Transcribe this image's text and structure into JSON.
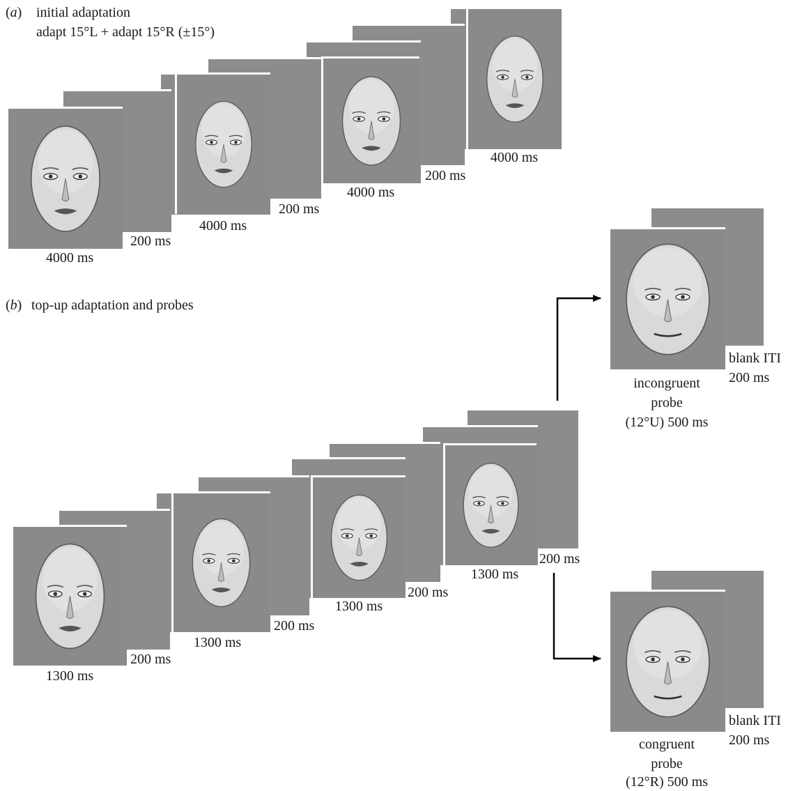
{
  "panel_a": {
    "label_prefix": "(",
    "label_letter": "a",
    "label_suffix": ")",
    "title": "initial adaptation",
    "subtitle": "adapt 15°L + adapt 15°R (±15°)",
    "durations": {
      "face1": "4000 ms",
      "blank1": "200 ms",
      "face2": "4000 ms",
      "blank2": "200 ms",
      "face3": "4000 ms",
      "blank3": "200 ms",
      "face4": "4000 ms"
    }
  },
  "panel_b": {
    "label_prefix": "(",
    "label_letter": "b",
    "label_suffix": ")",
    "title": "top-up adaptation and probes",
    "durations": {
      "face1": "1300 ms",
      "blank1": "200 ms",
      "face2": "1300 ms",
      "blank2": "200 ms",
      "face3": "1300 ms",
      "blank3": "200 ms",
      "face4": "1300 ms",
      "blank4": "200 ms"
    },
    "incongruent": {
      "line1": "incongruent",
      "line2": "probe",
      "line3": "(12°U) 500 ms",
      "iti1": "blank ITI",
      "iti2": "200 ms"
    },
    "congruent": {
      "line1": "congruent",
      "line2": "probe",
      "line3": "(12°R) 500 ms",
      "iti1": "blank ITI",
      "iti2": "200 ms"
    }
  },
  "colors": {
    "frame": "#8a8a8a",
    "face": "#d9d9d9",
    "arrow": "#000000"
  }
}
